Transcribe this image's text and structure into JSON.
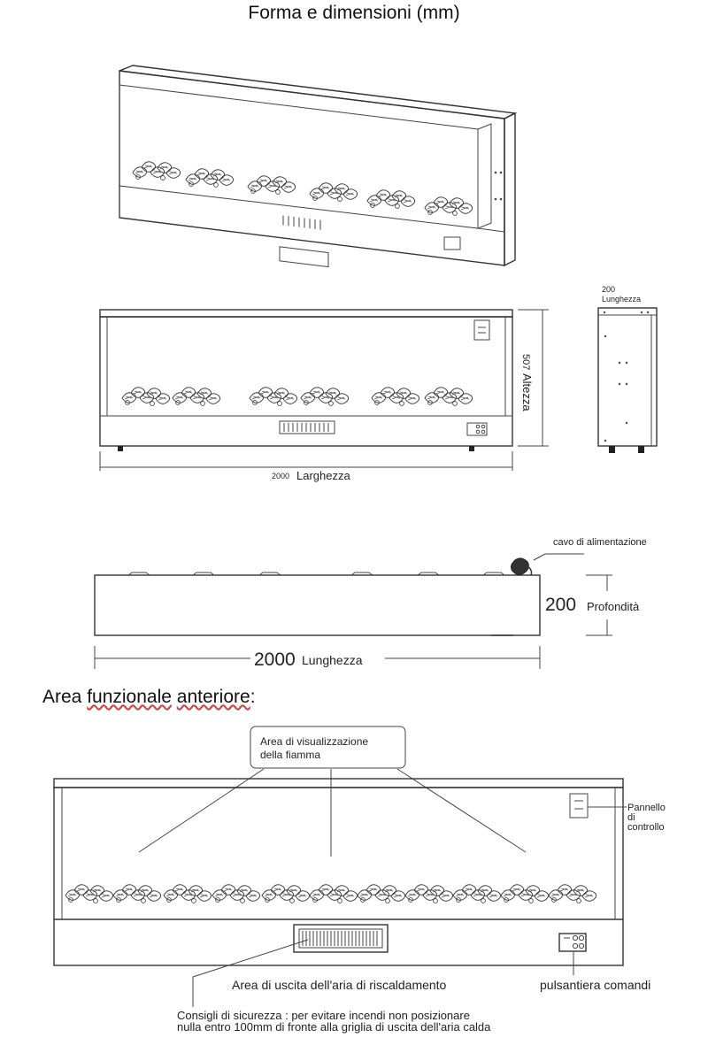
{
  "title": "Forma e dimensioni (mm)",
  "section_title": {
    "plain_start": "Area ",
    "underlined_1": "funzionale",
    "space": " ",
    "underlined_2": "anteriore",
    "end": ":"
  },
  "front_view": {
    "height_value": "507",
    "height_label": "Altezza",
    "width_value": "2000",
    "width_label": "Larghezza"
  },
  "side_view": {
    "length_value": "200",
    "length_label": "Lunghezza"
  },
  "top_view": {
    "cable_label": "cavo di alimentazione",
    "depth_value": "200",
    "depth_label": "Profondità",
    "length_value": "2000",
    "length_label": "Lunghezza"
  },
  "functional": {
    "flame_label_1": "Area di visualizzazione",
    "flame_label_2": "della fiamma",
    "panel_label_1": "Pannello",
    "panel_label_2": "di",
    "panel_label_3": "controllo",
    "heat_label": "Area di uscita dell'aria di riscaldamento",
    "buttons_label": "pulsantiera comandi",
    "safety_1": "Consigli di sicurezza : per evitare incendi non posizionare",
    "safety_2": "nulla entro 100mm di fronte alla griglia di uscita dell'aria calda"
  }
}
